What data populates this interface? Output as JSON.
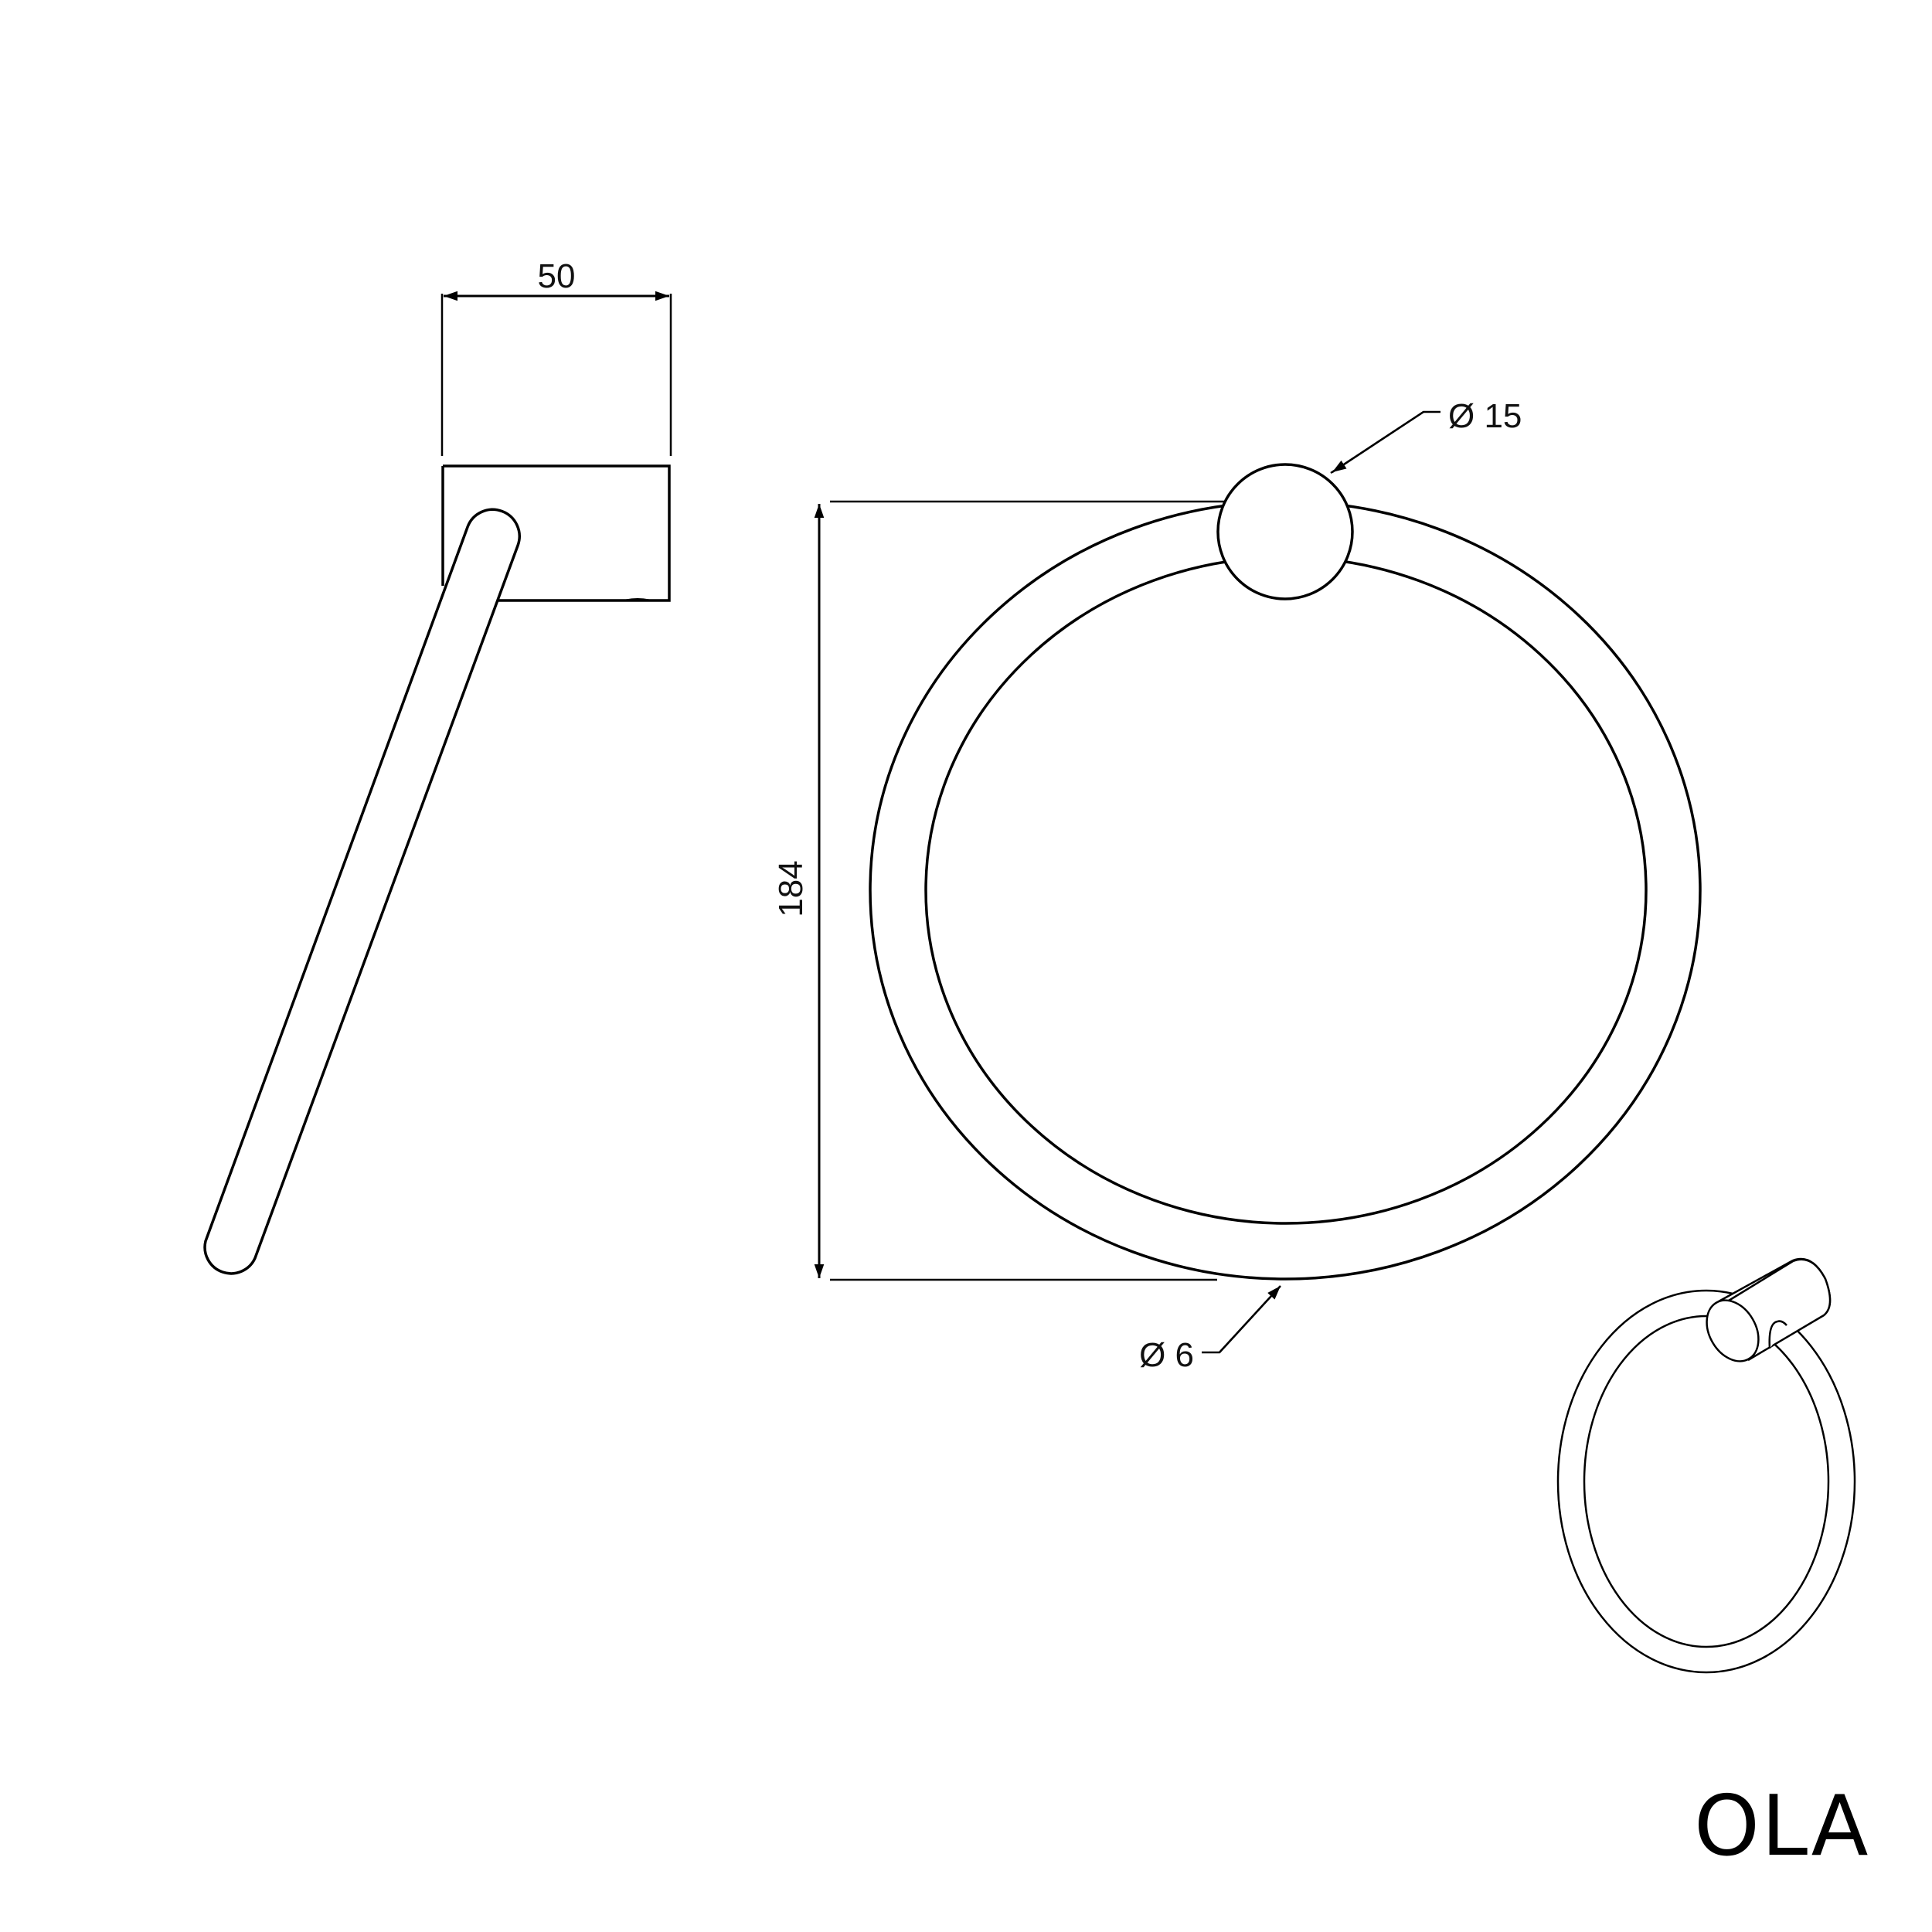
{
  "drawing": {
    "type": "technical-drawing",
    "subject": "towel ring",
    "stroke_color": "#000000",
    "background": "#ffffff"
  },
  "side_view": {
    "width_dimension": "50"
  },
  "front_view": {
    "height_dimension": "184",
    "knob_diameter": "Ø 15",
    "ring_tube_diameter": "Ø 6"
  },
  "brand": {
    "name": "OLA"
  }
}
